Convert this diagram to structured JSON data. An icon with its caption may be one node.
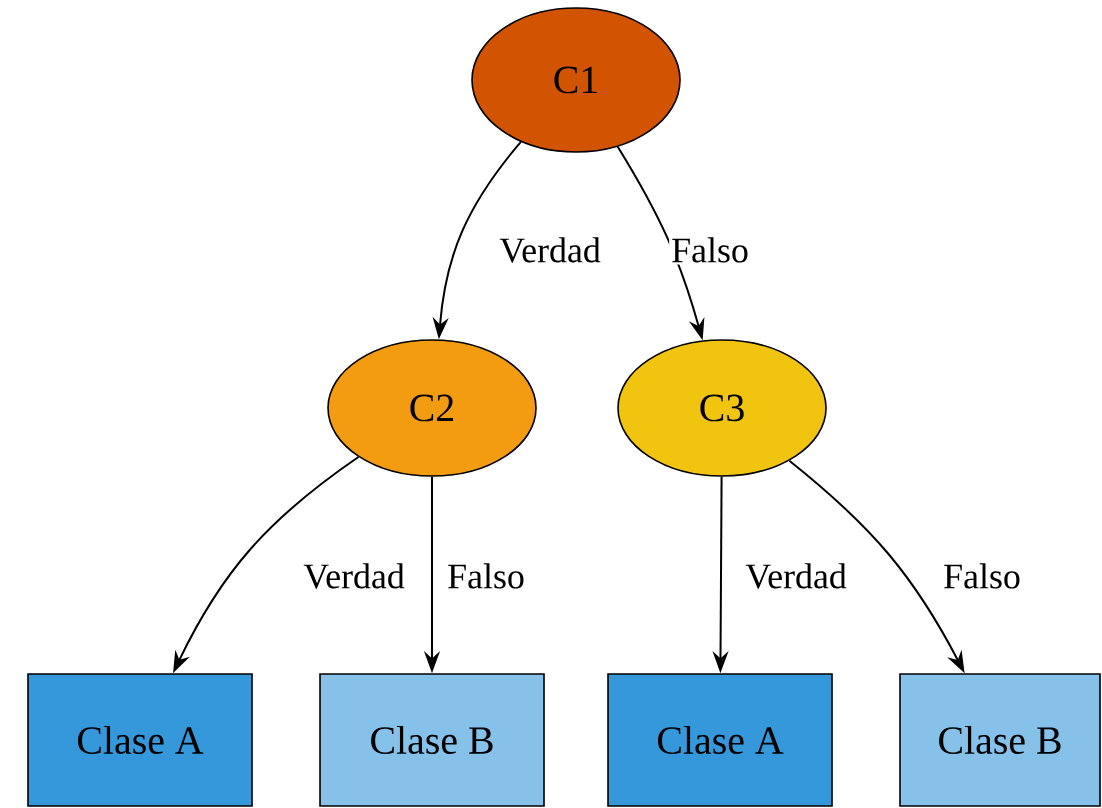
{
  "diagram": {
    "nodes": [
      {
        "text": [
          "C1"
        ]
      },
      {
        "text": [
          "C2"
        ]
      },
      {
        "text": [
          "C3"
        ]
      },
      {
        "text": [
          "Clase A"
        ]
      },
      {
        "text": [
          "Clase B"
        ]
      },
      {
        "text": [
          "Clase A"
        ]
      },
      {
        "text": [
          "Clase B"
        ]
      }
    ],
    "edges": [
      {
        "from": 0,
        "to": 1,
        "arrow": "to",
        "label": "Verdad"
      },
      {
        "from": 0,
        "to": 2,
        "arrow": "to",
        "label": "Falso"
      },
      {
        "from": 1,
        "to": 3,
        "arrow": "to",
        "label": "Verdad"
      },
      {
        "from": 1,
        "to": 4,
        "arrow": "to",
        "label": "Falso"
      },
      {
        "from": 2,
        "to": 5,
        "arrow": "to",
        "label": "Verdad"
      },
      {
        "from": 2,
        "to": 6,
        "arrow": "to",
        "label": "Falso"
      }
    ]
  }
}
